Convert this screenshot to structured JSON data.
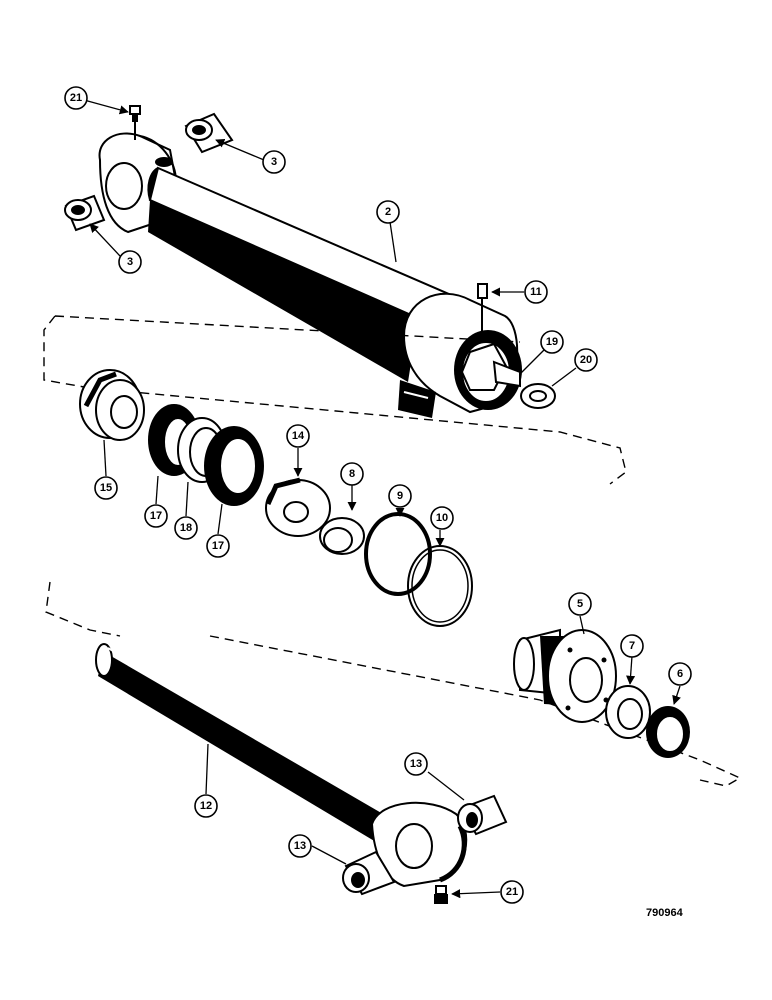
{
  "figure_number": "790964",
  "callouts": [
    "21",
    "3",
    "3",
    "2",
    "11",
    "19",
    "20",
    "15",
    "17",
    "18",
    "17",
    "14",
    "8",
    "9",
    "10",
    "5",
    "7",
    "6",
    "12",
    "13",
    "13",
    "21"
  ],
  "colors": {
    "ink": "#000000",
    "paper": "#ffffff"
  }
}
